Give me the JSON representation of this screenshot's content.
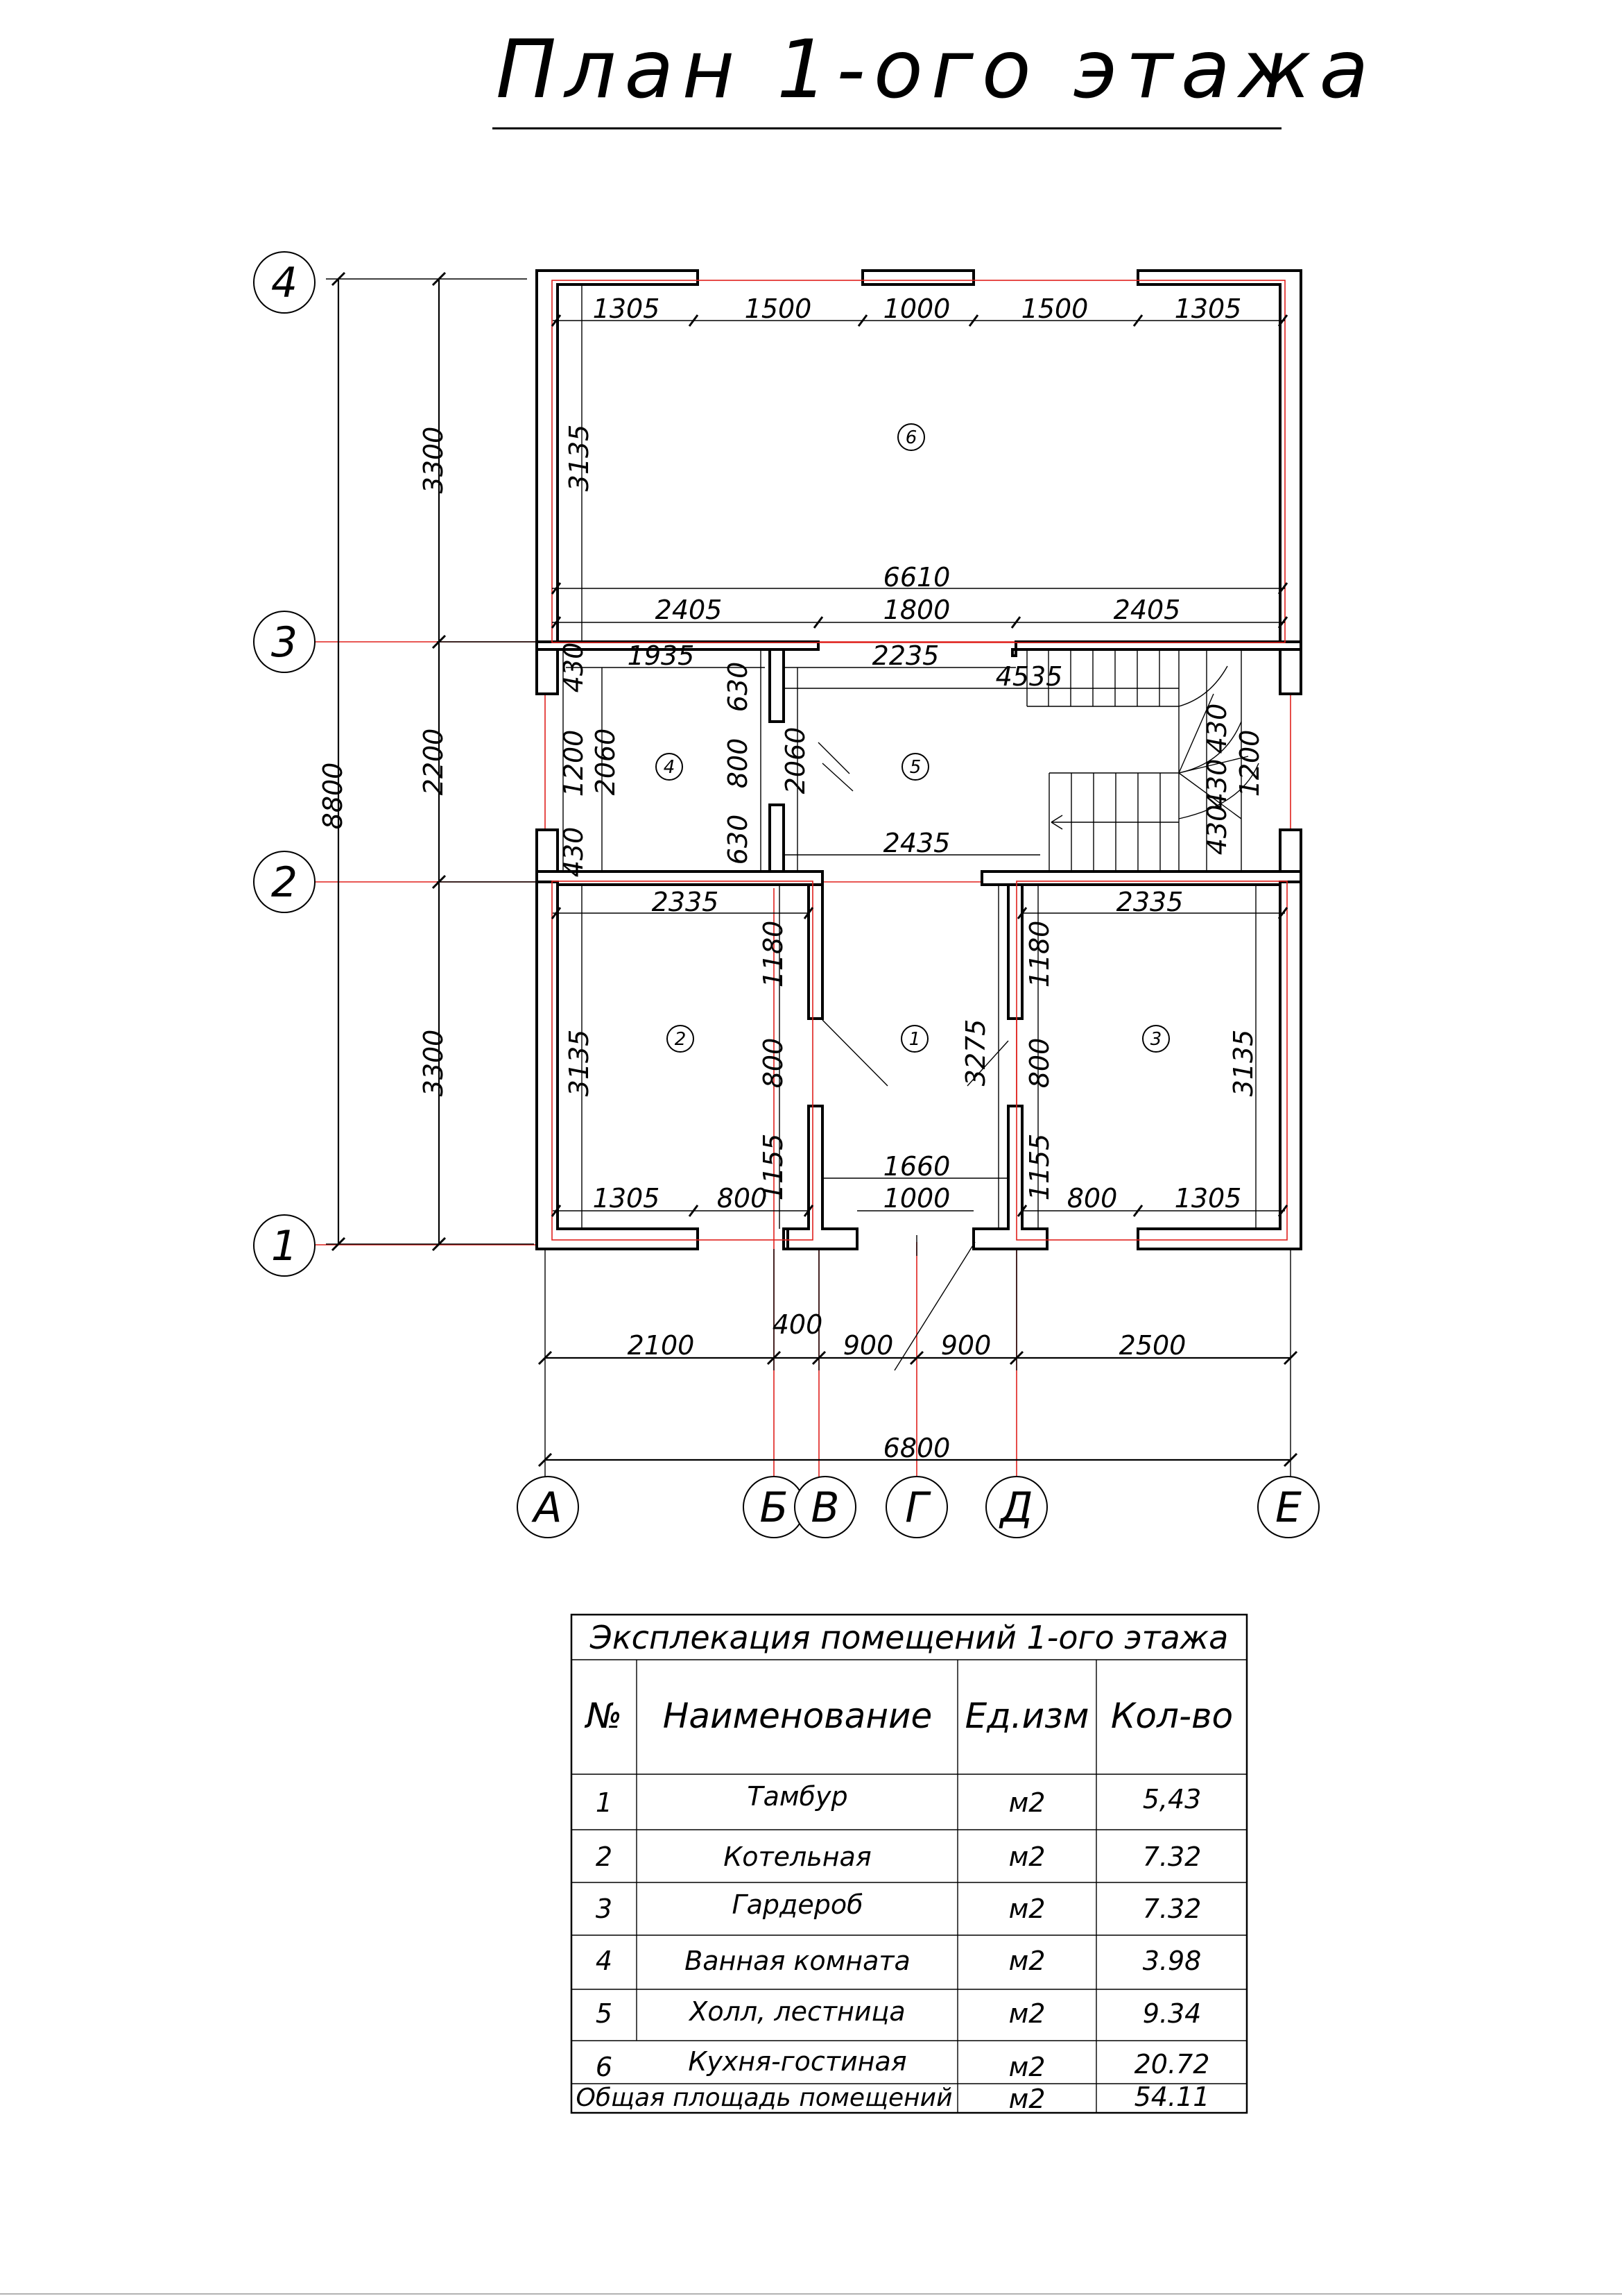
{
  "title": "План 1-ого этажа",
  "axes": {
    "rows": [
      "4",
      "3",
      "2",
      "1"
    ],
    "cols": [
      "А",
      "Б",
      "В",
      "Г",
      "Д",
      "Е"
    ]
  },
  "room_numbers": [
    "1",
    "2",
    "3",
    "4",
    "5",
    "6"
  ],
  "dimensions": {
    "left_overall": "8800",
    "left_segments": [
      "3300",
      "2200",
      "3300"
    ],
    "bottom_overall": "6800",
    "bottom_segments": [
      "2100",
      "400",
      "900",
      "900",
      "2500"
    ],
    "top_wall": [
      "1305",
      "1500",
      "1000",
      "1500",
      "1305"
    ],
    "room6_height": "3135",
    "room6_width": "6610",
    "row3_wall": [
      "2405",
      "1800",
      "2405"
    ],
    "room4": {
      "width": "1935",
      "left_a": "430",
      "left_b": "1200",
      "left_c": "430",
      "height": "2060",
      "right_a": "630",
      "right_b": "800",
      "right_c": "630"
    },
    "hall": {
      "top": "2235",
      "diag": "4535",
      "height": "2060",
      "bottom": "2435"
    },
    "stair": {
      "a": "430",
      "b": "430",
      "c": "430",
      "d": "1200"
    },
    "room2": {
      "width": "2335",
      "height": "3135",
      "bottom_a": "1305",
      "bottom_b": "800"
    },
    "room3": {
      "width": "2335",
      "height": "3135",
      "bottom_a": "800",
      "bottom_b": "1305"
    },
    "tambur": {
      "left_a": "1180",
      "left_b": "800",
      "left_c": "1155",
      "right_a": "1180",
      "right_b": "800",
      "right_c": "1155",
      "height": "3275",
      "width": "1660",
      "door": "1000"
    }
  },
  "table": {
    "caption": "Эксплекация помещений 1-ого этажа",
    "headers": [
      "№",
      "Наименование",
      "Ед.изм",
      "Кол-во"
    ],
    "rows": [
      [
        "1",
        "Тамбур",
        "м2",
        "5,43"
      ],
      [
        "2",
        "Котельная",
        "м2",
        "7.32"
      ],
      [
        "3",
        "Гардероб",
        "м2",
        "7.32"
      ],
      [
        "4",
        "Ванная комната",
        "м2",
        "3.98"
      ],
      [
        "5",
        "Холл, лестница",
        "м2",
        "9.34"
      ],
      [
        "6",
        "Кухня-гостиная",
        "м2",
        "20.72"
      ]
    ],
    "total": [
      "Общая площадь помещений",
      "м2",
      "54.11"
    ]
  }
}
